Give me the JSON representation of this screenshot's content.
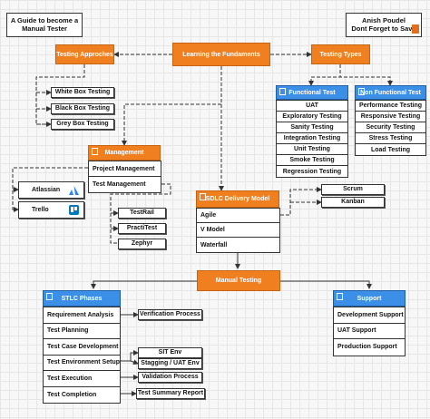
{
  "title_note": "A Guide to become a Manual Tester",
  "author": {
    "name": "Anish Poudel",
    "note": "Dont Forget to Save"
  },
  "center": "Learning the Fundaments",
  "testing_approaches": {
    "title": "Testing Approches",
    "items": [
      "White Box Testing",
      "Black Box Testing",
      "Grey Box Testing"
    ]
  },
  "testing_types": {
    "title": "Testing Types",
    "functional": {
      "title": "Functional Test",
      "items": [
        "UAT",
        "Exploratory Testing",
        "Sanity Testing",
        "Integration Testing",
        "Unit Testing",
        "Smoke Testing",
        "Regression Testing"
      ]
    },
    "non_functional": {
      "title": "Non Functional Test",
      "items": [
        "Performance Testing",
        "Responsive Testing",
        "Security Testing",
        "Stress Testing",
        "Load Testing"
      ]
    }
  },
  "management": {
    "title": "Management",
    "items": [
      "Project Management",
      "Test Management"
    ],
    "project_tools": [
      "Atlassian",
      "Trello"
    ],
    "test_tools": [
      "TestRail",
      "PractiTest",
      "Zephyr"
    ]
  },
  "sdlc": {
    "title": "SDLC Delivery Model",
    "items": [
      "Agile",
      "V Model",
      "Waterfall"
    ],
    "agile_items": [
      "Scrum",
      "Kanban"
    ]
  },
  "manual_testing": "Manual Testing",
  "stlc": {
    "title": "STLC Phases",
    "items": [
      "Requirement Analysis",
      "Test Planning",
      "Test Case Development",
      "Test Environment Setup",
      "Test Execution",
      "Test Completion"
    ],
    "verification": "Verification Process",
    "env_items": [
      "SIT Env",
      "Stagging / UAT Env"
    ],
    "validation": "Validation Process",
    "summary": "Test Summary Report"
  },
  "support": {
    "title": "Support",
    "items": [
      "Development Support",
      "UAT Support",
      "Production Support"
    ]
  },
  "colors": {
    "orange": "#f07f1f",
    "blue": "#3c8fe6",
    "atlassian": "#2684ff",
    "trello": "#0079bf"
  }
}
